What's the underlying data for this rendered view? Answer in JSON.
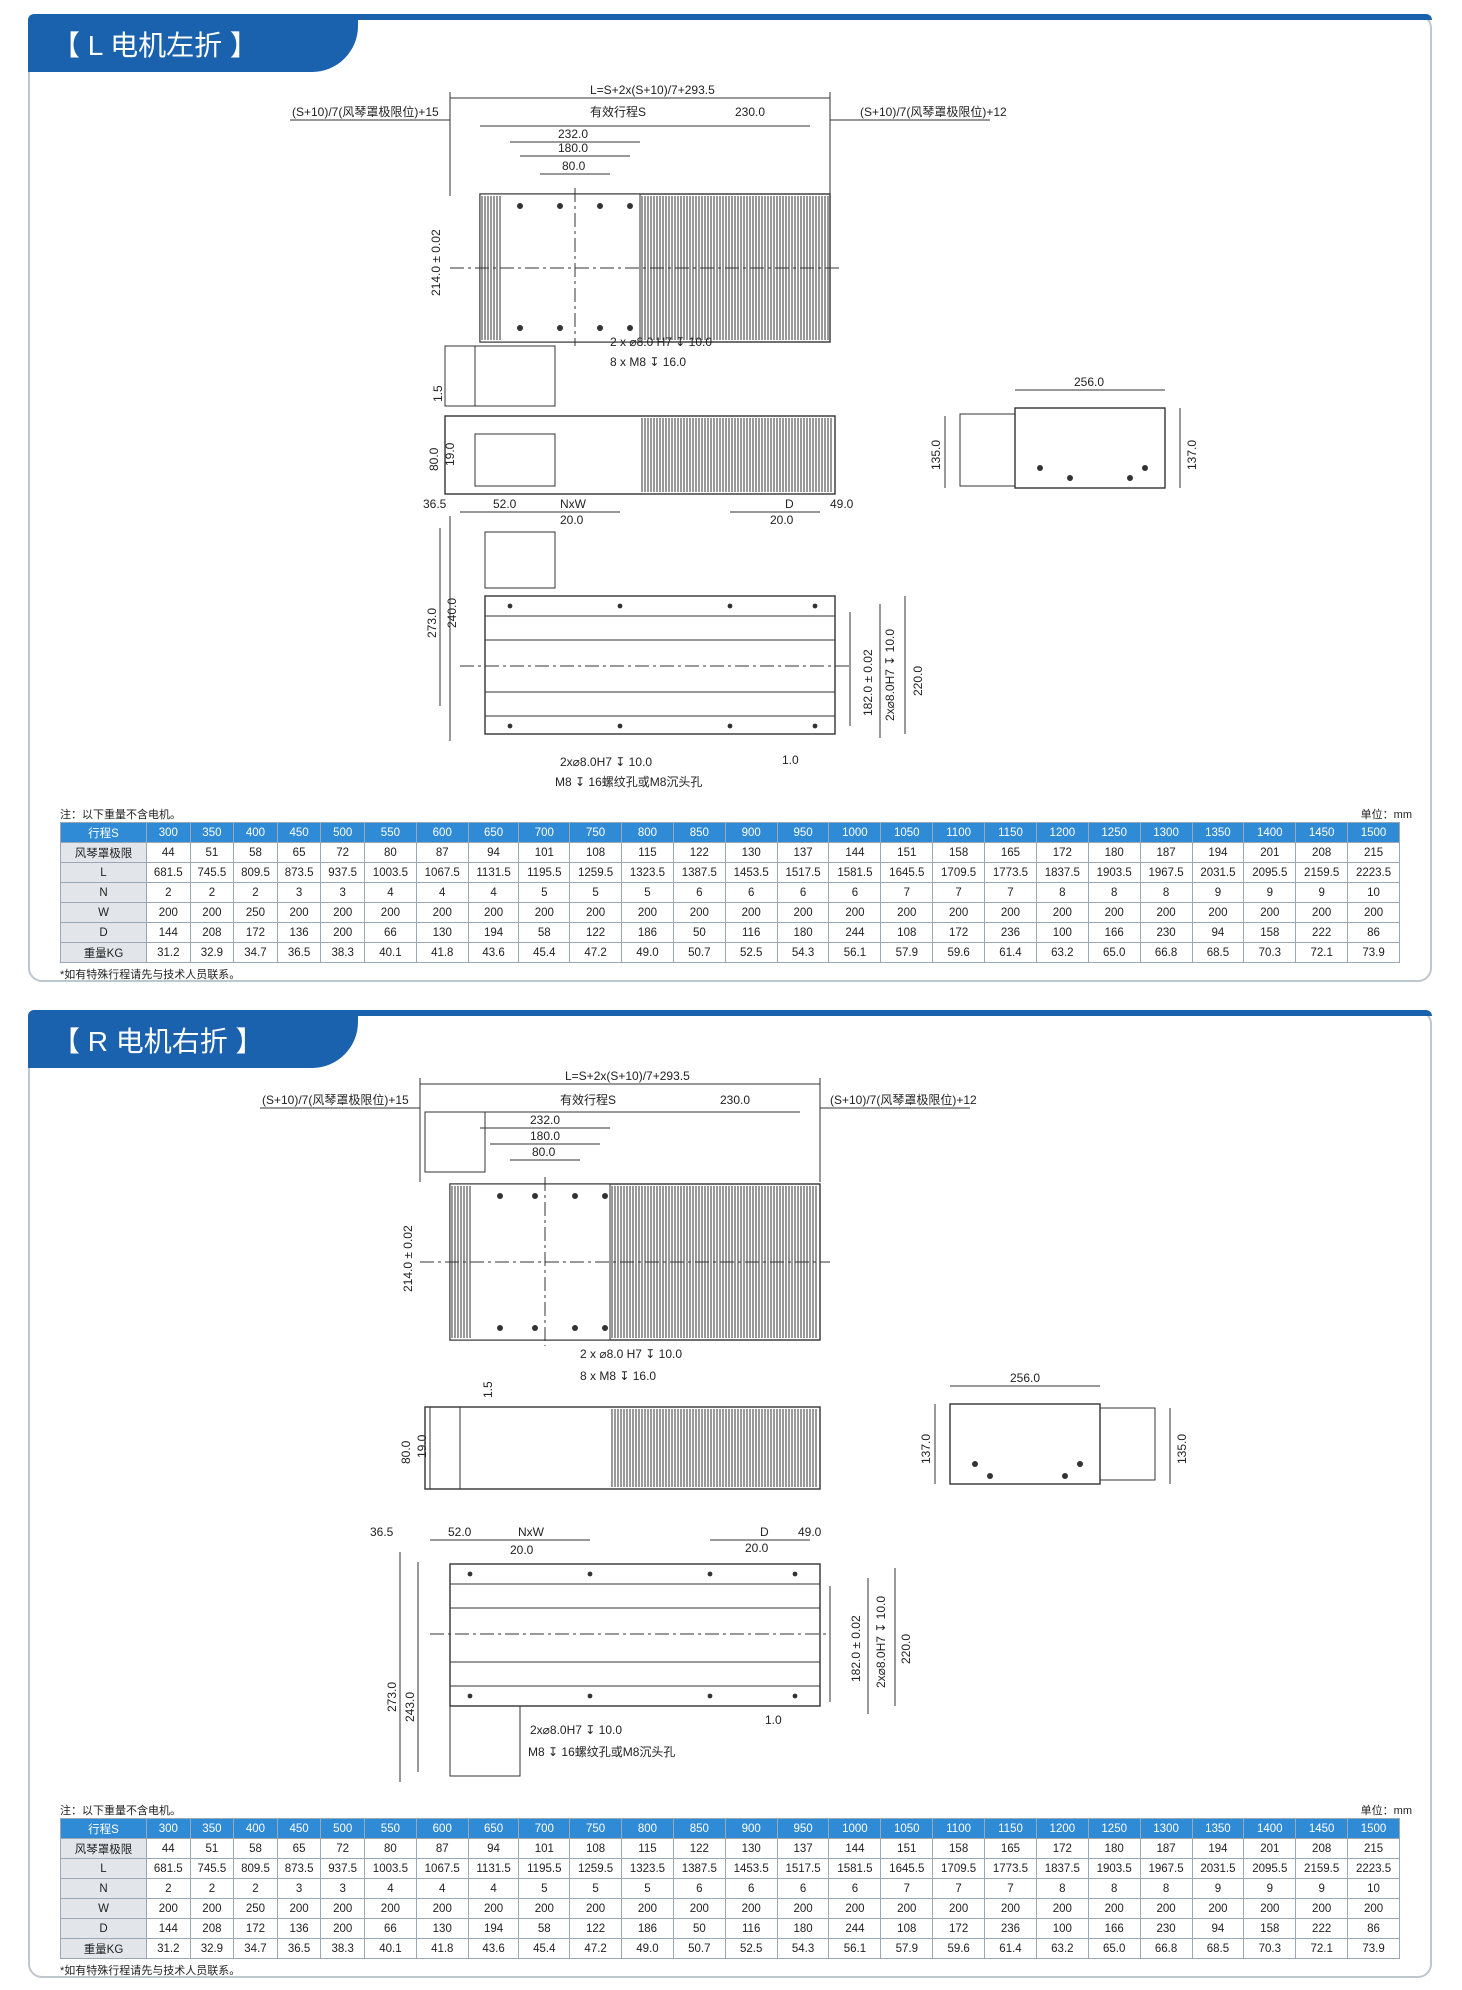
{
  "sections": [
    {
      "title": "【 L  电机左折 】",
      "dims": {
        "total_length": "L=S+2x(S+10)/7+293.5",
        "bellow_left": "(S+10)/7(风琴罩极限位)+15",
        "bellow_right": "(S+10)/7(风琴罩极限位)+12",
        "stroke": "有效行程S",
        "d230": "230.0",
        "d232": "232.0",
        "d180": "180.0",
        "d80": "80.0",
        "d214": "214.0 ± 0.02",
        "hole_pin": "2 x ⌀8.0 H7 ↧ 10.0",
        "hole_m8": "8 x  M8 ↧ 16.0",
        "d1_5": "1.5",
        "d80_0": "80.0",
        "d19": "19.0",
        "d256": "256.0",
        "d135": "135.0",
        "d137": "137.0",
        "d36_5": "36.5",
        "d52": "52.0",
        "nxw": "NxW",
        "d20a": "20.0",
        "dD": "D",
        "d49": "49.0",
        "d20b": "20.0",
        "d273": "273.0",
        "d240": "240.0",
        "d182": "182.0 ± 0.02",
        "pin_side": "2x⌀8.0H7 ↧ 10.0",
        "d220": "220.0",
        "pin_bottom": "2x⌀8.0H7 ↧ 10.0",
        "m8_bottom": "M8 ↧ 16螺纹孔或M8沉头孔",
        "d1_0": "1.0"
      },
      "note": "注：以下重量不含电机。",
      "unit": "单位：mm",
      "footnote": "*如有特殊行程请先与技术人员联系。"
    },
    {
      "title": "【 R  电机右折 】",
      "dims": {
        "total_length": "L=S+2x(S+10)/7+293.5",
        "bellow_left": "(S+10)/7(风琴罩极限位)+15",
        "bellow_right": "(S+10)/7(风琴罩极限位)+12",
        "stroke": "有效行程S",
        "d230": "230.0",
        "d232": "232.0",
        "d180": "180.0",
        "d80": "80.0",
        "d214": "214.0 ± 0.02",
        "hole_pin": "2 x ⌀8.0 H7 ↧ 10.0",
        "hole_m8": "8 x  M8 ↧ 16.0",
        "d1_5": "1.5",
        "d80_0": "80.0",
        "d19": "19.0",
        "d256": "256.0",
        "d135": "135.0",
        "d137": "137.0",
        "d36_5": "36.5",
        "d52": "52.0",
        "nxw": "NxW",
        "d20a": "20.0",
        "dD": "D",
        "d49": "49.0",
        "d20b": "20.0",
        "d273": "273.0",
        "d240": "243.0",
        "d182": "182.0 ± 0.02",
        "pin_side": "2x⌀8.0H7 ↧ 10.0",
        "d220": "220.0",
        "pin_bottom": "2x⌀8.0H7 ↧ 10.0",
        "m8_bottom": "M8 ↧ 16螺纹孔或M8沉头孔",
        "d1_0": "1.0"
      },
      "note": "注：以下重量不含电机。",
      "unit": "单位：mm",
      "footnote": "*如有特殊行程请先与技术人员联系。"
    }
  ],
  "table": {
    "rows": [
      {
        "label": "行程S",
        "values": [
          "300",
          "350",
          "400",
          "450",
          "500",
          "550",
          "600",
          "650",
          "700",
          "750",
          "800",
          "850",
          "900",
          "950",
          "1000",
          "1050",
          "1100",
          "1150",
          "1200",
          "1250",
          "1300",
          "1350",
          "1400",
          "1450",
          "1500"
        ]
      },
      {
        "label": "风琴罩极限",
        "values": [
          "44",
          "51",
          "58",
          "65",
          "72",
          "80",
          "87",
          "94",
          "101",
          "108",
          "115",
          "122",
          "130",
          "137",
          "144",
          "151",
          "158",
          "165",
          "172",
          "180",
          "187",
          "194",
          "201",
          "208",
          "215"
        ]
      },
      {
        "label": "L",
        "values": [
          "681.5",
          "745.5",
          "809.5",
          "873.5",
          "937.5",
          "1003.5",
          "1067.5",
          "1131.5",
          "1195.5",
          "1259.5",
          "1323.5",
          "1387.5",
          "1453.5",
          "1517.5",
          "1581.5",
          "1645.5",
          "1709.5",
          "1773.5",
          "1837.5",
          "1903.5",
          "1967.5",
          "2031.5",
          "2095.5",
          "2159.5",
          "2223.5"
        ]
      },
      {
        "label": "N",
        "values": [
          "2",
          "2",
          "2",
          "3",
          "3",
          "4",
          "4",
          "4",
          "5",
          "5",
          "5",
          "6",
          "6",
          "6",
          "6",
          "7",
          "7",
          "7",
          "8",
          "8",
          "8",
          "9",
          "9",
          "9",
          "10"
        ]
      },
      {
        "label": "W",
        "values": [
          "200",
          "200",
          "250",
          "200",
          "200",
          "200",
          "200",
          "200",
          "200",
          "200",
          "200",
          "200",
          "200",
          "200",
          "200",
          "200",
          "200",
          "200",
          "200",
          "200",
          "200",
          "200",
          "200",
          "200",
          "200"
        ]
      },
      {
        "label": "D",
        "values": [
          "144",
          "208",
          "172",
          "136",
          "200",
          "66",
          "130",
          "194",
          "58",
          "122",
          "186",
          "50",
          "116",
          "180",
          "244",
          "108",
          "172",
          "236",
          "100",
          "166",
          "230",
          "94",
          "158",
          "222",
          "86"
        ]
      },
      {
        "label": "重量KG",
        "values": [
          "31.2",
          "32.9",
          "34.7",
          "36.5",
          "38.3",
          "40.1",
          "41.8",
          "43.6",
          "45.4",
          "47.2",
          "49.0",
          "50.7",
          "52.5",
          "54.3",
          "56.1",
          "57.9",
          "59.6",
          "61.4",
          "63.2",
          "65.0",
          "66.8",
          "68.5",
          "70.3",
          "72.1",
          "73.9"
        ]
      }
    ]
  }
}
